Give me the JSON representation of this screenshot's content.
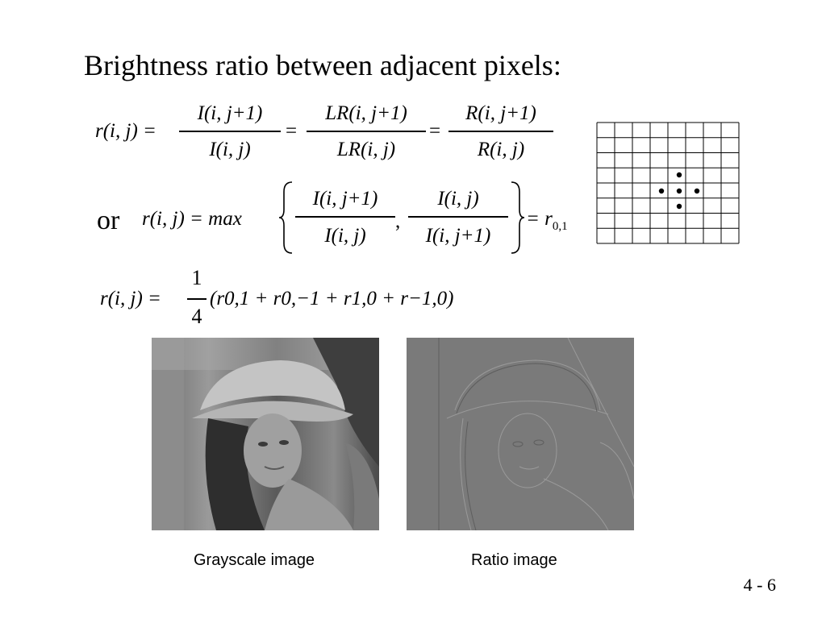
{
  "slide": {
    "title": "Brightness ratio between adjacent pixels:",
    "page_number": "4 - 6"
  },
  "eq1": {
    "lhs": "r(i, j) =",
    "f1_num": "I(i, j+1)",
    "f1_den": "I(i, j)",
    "f2_num": "LR(i, j+1)",
    "f2_den": "LR(i, j)",
    "f3_num": "R(i, j+1)",
    "f3_den": "R(i, j)",
    "eq_sign": "="
  },
  "eq2": {
    "or_label": "or",
    "lhs": "r(i, j) = max",
    "f1_num": "I(i, j+1)",
    "f1_den": "I(i, j)",
    "comma": ",",
    "f2_num": "I(i, j)",
    "f2_den": "I(i, j+1)",
    "rhs": "= r",
    "rhs_sub": "0,1"
  },
  "eq3": {
    "lhs": "r(i, j) =",
    "num": "1",
    "den": "4",
    "terms": "(r0,1 + r0,−1 + r1,0 + r−1,0)"
  },
  "images": {
    "left_caption": "Grayscale image",
    "right_caption": "Ratio image"
  },
  "grid": {
    "rows": 8,
    "cols": 8,
    "dot_color": "#000000"
  }
}
